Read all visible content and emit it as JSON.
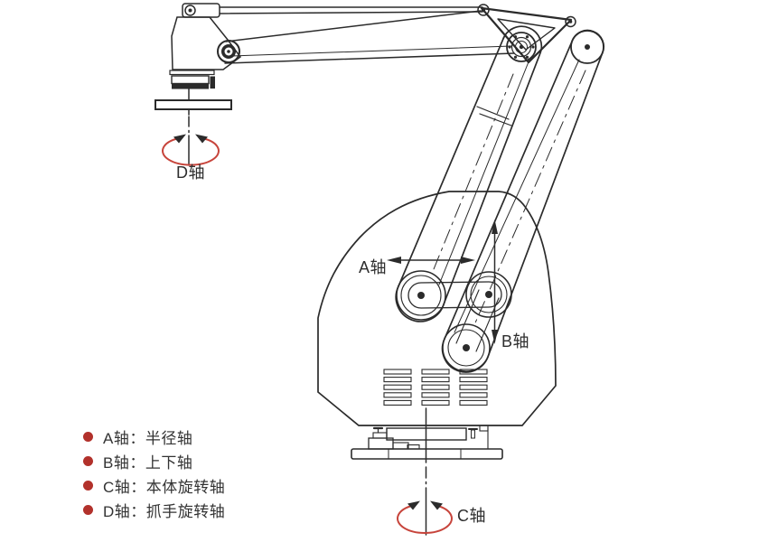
{
  "diagram": {
    "type": "robot-palletizer-axis-diagram",
    "axis_labels": {
      "a": "A轴",
      "b": "B轴",
      "c": "C轴",
      "d": "D轴"
    },
    "legend": {
      "items": [
        {
          "label": "A轴：半径轴"
        },
        {
          "label": "B轴：上下轴"
        },
        {
          "label": "C轴：本体旋转轴"
        },
        {
          "label": "D轴：抓手旋转轴"
        }
      ]
    },
    "colors": {
      "line": "#2b2b2b",
      "legend_bullet_red": "#b2312b",
      "rotation_arrow_red": "#c7443b",
      "text": "#2e2e2e",
      "background": "#ffffff"
    }
  }
}
